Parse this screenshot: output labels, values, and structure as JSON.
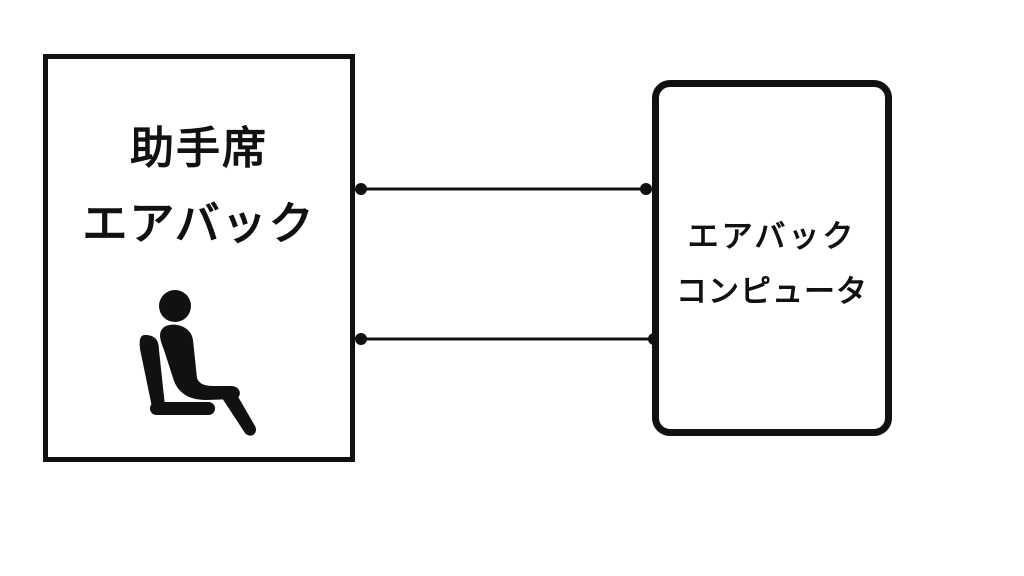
{
  "diagram": {
    "left_block": {
      "line1": "助手席",
      "line2": "エアバック",
      "icon": "seated-passenger-icon"
    },
    "right_block": {
      "line1": "エアバック",
      "line2": "コンピュータ"
    },
    "connections": 2,
    "colors": {
      "stroke": "#111111",
      "background": "#ffffff"
    }
  }
}
